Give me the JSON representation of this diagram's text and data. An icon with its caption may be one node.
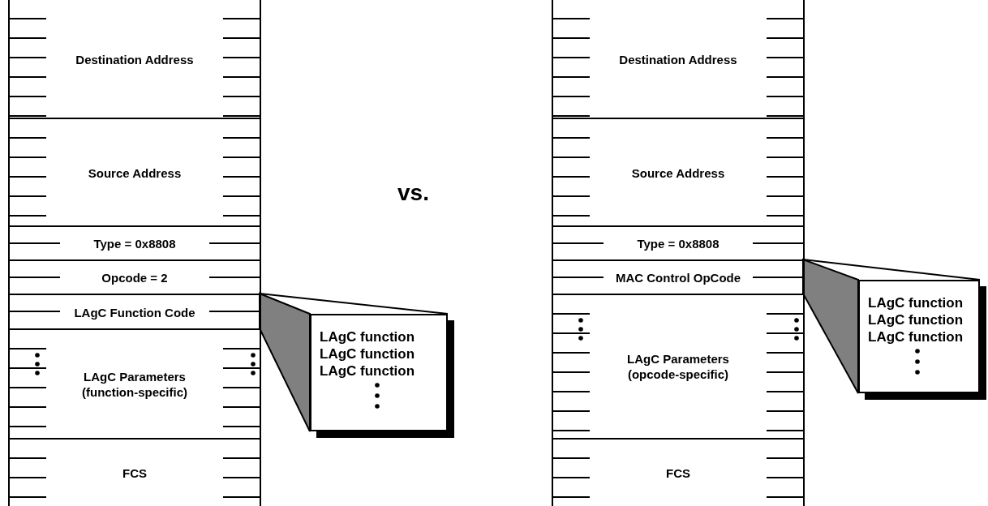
{
  "diagram": {
    "nodes": [
      {
        "text": [],
        "shape": "box"
      },
      {
        "text": [
          "Destination Address"
        ],
        "in": 0
      },
      {
        "text": [
          "Source Address"
        ],
        "in": 0
      },
      {
        "text": [
          "Type = 0x8808"
        ],
        "in": 0
      },
      {
        "text": [
          "Opcode = 2"
        ],
        "in": 0
      },
      {
        "text": [
          "LAgC Function Code"
        ],
        "in": 0
      },
      {
        "text": [
          "LAgC Parameters (function-specific)"
        ],
        "in": 0
      },
      {
        "text": [
          "FCS"
        ],
        "in": 0
      },
      {
        "text": [
          "LAgC function",
          "LAgC function",
          "LAgC function"
        ]
      },
      {
        "text": [],
        "shape": "box"
      },
      {
        "text": [
          "Destination Address"
        ],
        "in": 9
      },
      {
        "text": [
          "Source Address"
        ],
        "in": 9
      },
      {
        "text": [
          "Type = 0x8808"
        ],
        "in": 9
      },
      {
        "text": [
          "MAC Control OpCode"
        ],
        "in": 9
      },
      {
        "text": [
          "LAgC Parameters (opcode-specific)"
        ],
        "in": 9
      },
      {
        "text": [
          "FCS"
        ],
        "in": 9
      },
      {
        "text": [
          "LAgC function",
          "LAgC function",
          "LAgC function"
        ]
      }
    ],
    "edges": [
      {
        "from": 5,
        "to": 8,
        "arrow": "none"
      },
      {
        "from": 13,
        "to": 16,
        "arrow": "none"
      }
    ],
    "labels": [
      "vs."
    ]
  }
}
